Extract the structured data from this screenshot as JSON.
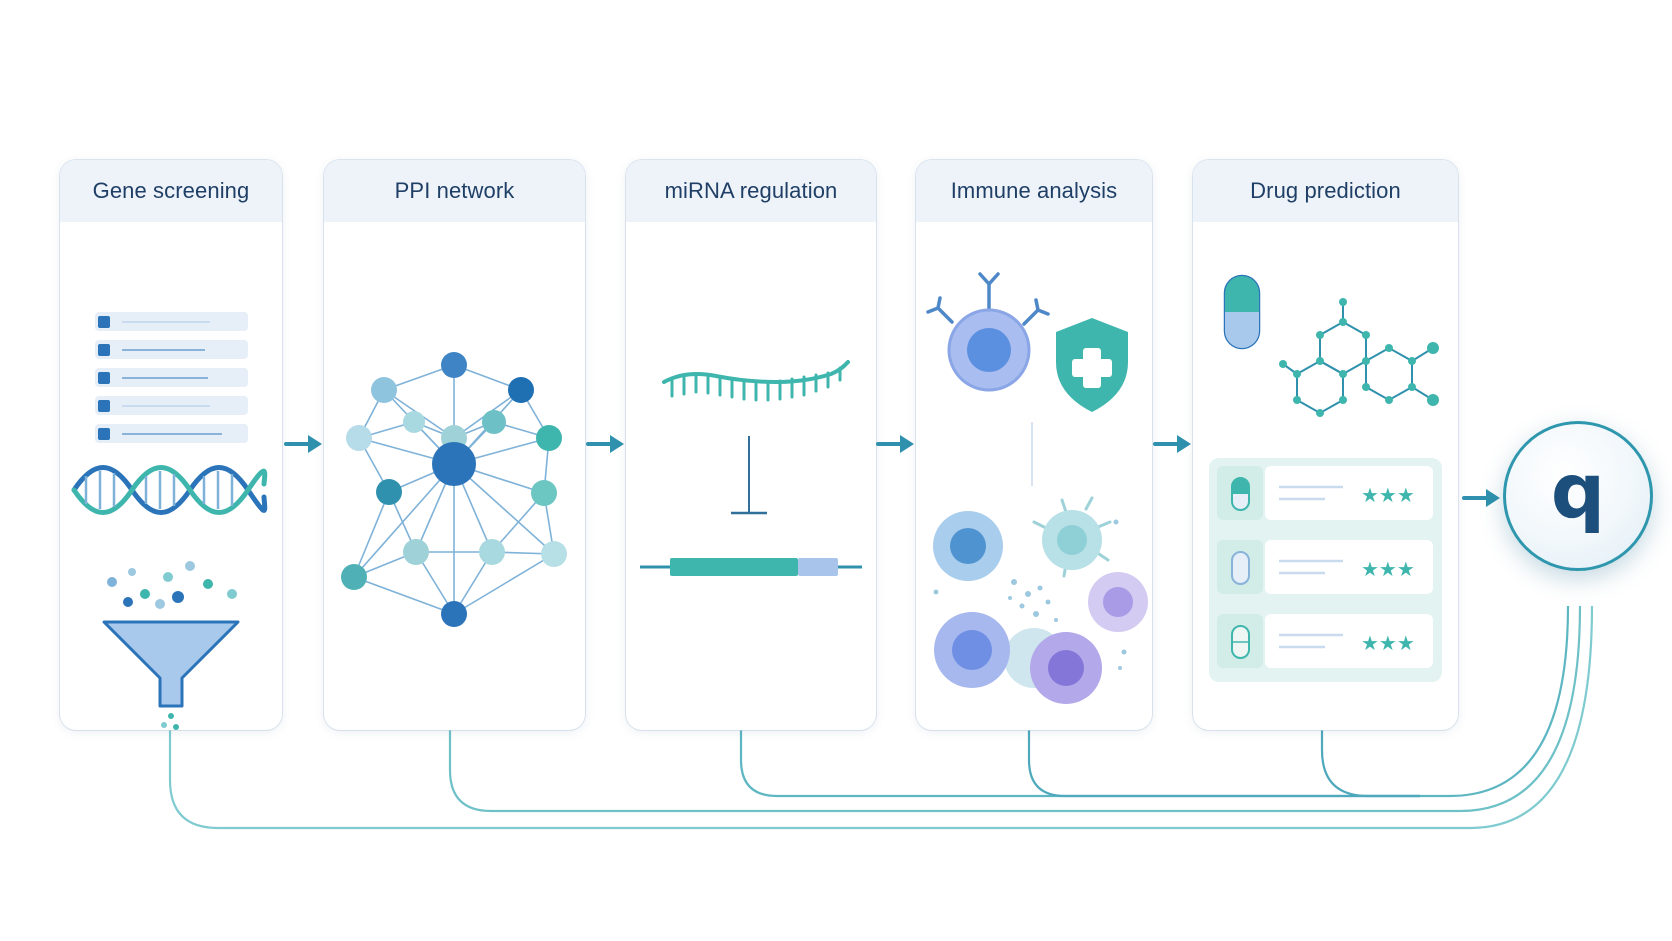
{
  "stages": [
    {
      "id": "gene",
      "title": "Gene screening",
      "icons": [
        "gene-list-icon",
        "dna-helix-icon",
        "funnel-icon"
      ]
    },
    {
      "id": "ppi",
      "title": "PPI network",
      "icons": [
        "network-graph-icon"
      ]
    },
    {
      "id": "mirna",
      "title": "miRNA regulation",
      "icons": [
        "mirna-strand-icon",
        "inhibition-icon",
        "mrna-target-icon"
      ]
    },
    {
      "id": "immune",
      "title": "Immune analysis",
      "icons": [
        "immune-cell-icon",
        "shield-cross-icon",
        "cell-cluster-icon"
      ]
    },
    {
      "id": "drug",
      "title": "Drug prediction",
      "icons": [
        "capsule-icon",
        "molecule-icon",
        "drug-ranking-icon"
      ]
    }
  ],
  "endpoint": {
    "label": "q",
    "icon": "endpoint-circle-icon"
  },
  "colors": {
    "primary_blue": "#2b74b9",
    "teal": "#3fb6ad",
    "light_blue": "#9cc9e0",
    "purple": "#9a8fde",
    "header_bg": "#eef3fa",
    "title_text": "#1f3f66",
    "arrow": "#2f91ad",
    "connector": "#6fc1c8"
  }
}
